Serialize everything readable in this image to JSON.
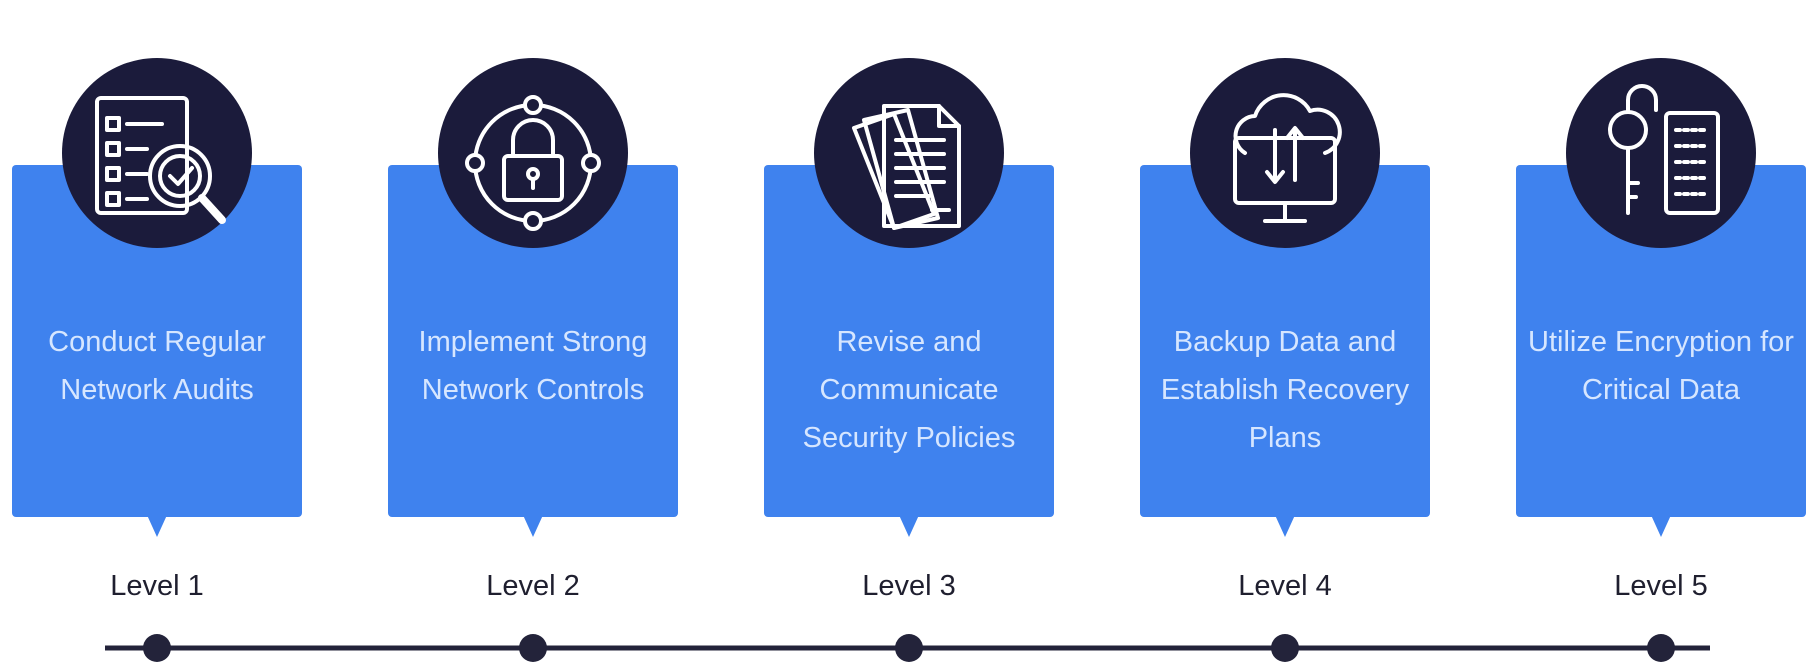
{
  "steps": [
    {
      "text": "Conduct Regular Network Audits",
      "level": "Level 1",
      "icon": "audit-checklist-icon"
    },
    {
      "text": "Implement Strong Network Controls",
      "level": "Level 2",
      "icon": "network-lock-icon"
    },
    {
      "text": "Revise and Communicate Security Policies",
      "level": "Level 3",
      "icon": "policy-documents-icon"
    },
    {
      "text": "Backup Data and Establish Recovery Plans",
      "level": "Level 4",
      "icon": "cloud-backup-icon"
    },
    {
      "text": "Utilize Encryption for Critical Data",
      "level": "Level 5",
      "icon": "encryption-key-icon"
    }
  ],
  "colors": {
    "card": "#3f82ee",
    "badge": "#1b1b3b",
    "timeline": "#23233a",
    "card_text": "#d6e6ff"
  }
}
